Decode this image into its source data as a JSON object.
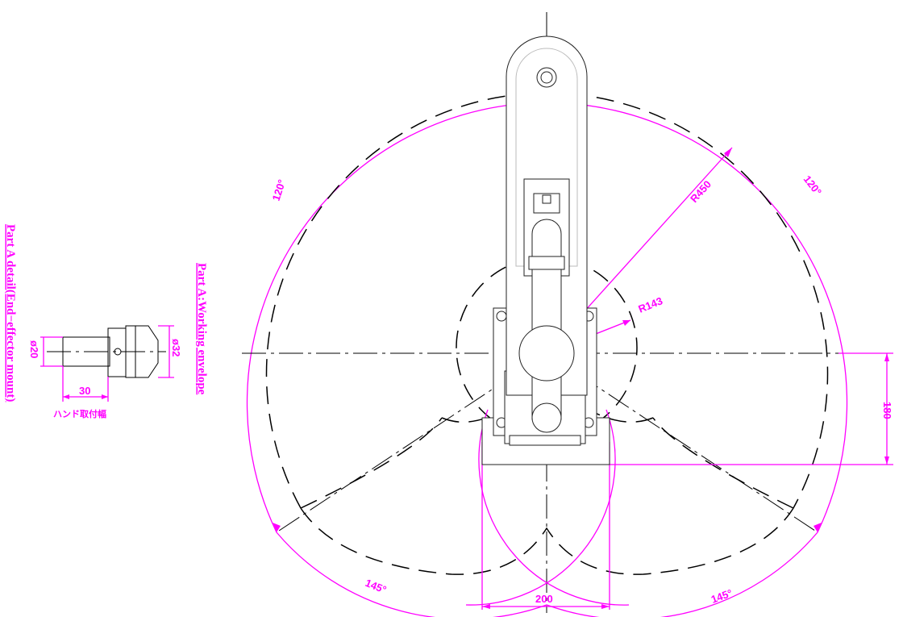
{
  "labels": {
    "part_a_detail": "Part A detail(End−effector mount)",
    "part_a_envelope": "Part A:Working envelope",
    "hand_mount_width": "ハンド取付幅"
  },
  "dimensions": {
    "radius_outer": "R450",
    "radius_inner": "R143",
    "angle_upper_left": "120°",
    "angle_upper_right": "120°",
    "angle_lower_left": "145°",
    "angle_lower_right": "145°",
    "width_base": "200",
    "height_right": "180",
    "detail_diameter_small": "ø20",
    "detail_diameter_large": "ø32",
    "detail_length": "30"
  },
  "colors": {
    "dimension": "#ff00ff",
    "drawing": "#000000"
  }
}
